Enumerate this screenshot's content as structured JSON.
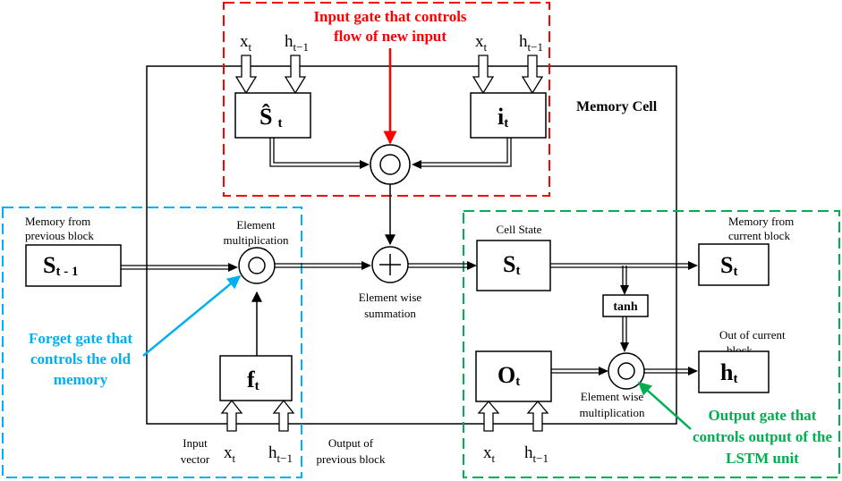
{
  "input_gate": {
    "label_line1": "Input gate that controls",
    "label_line2": "flow of new input",
    "color": "#ff0000"
  },
  "forget_gate": {
    "label_line1": "Forget gate that",
    "label_line2": "controls the old",
    "label_line3": "memory",
    "color": "#00b0f0"
  },
  "output_gate": {
    "label_line1": "Output gate that",
    "label_line2": "controls output of the",
    "label_line3": "LSTM unit",
    "color": "#00b050"
  },
  "memory_cell_title": "Memory  Cell",
  "inputs": {
    "x": "x",
    "x_sub": "t",
    "h": "h",
    "h_sub": "t−1"
  },
  "boxes": {
    "s_hat": {
      "main": "Ŝ",
      "sub": "t"
    },
    "i": {
      "main": "i",
      "sub": "t"
    },
    "f": {
      "main": "f",
      "sub": "t"
    },
    "s_prev": {
      "main": "S",
      "sub": "t - 1"
    },
    "s_cell": {
      "main": "S",
      "sub": "t"
    },
    "s_out": {
      "main": "S",
      "sub": "t"
    },
    "o": {
      "main": "O",
      "sub": "t"
    },
    "h_out": {
      "main": "h",
      "sub": "t"
    },
    "tanh": "tanh"
  },
  "labels": {
    "memory_prev_1": "Memory from",
    "memory_prev_2": "previous block",
    "element_mult_1": "Element",
    "element_mult_2": "multiplication",
    "element_sum_1": "Element wise",
    "element_sum_2": "summation",
    "cell_state": "Cell State",
    "memory_curr_1": "Memory from",
    "memory_curr_2": "current block",
    "out_curr_1": "Out of current",
    "out_curr_2": "block",
    "elem_wise_mult_1": "Element wise",
    "elem_wise_mult_2": "multiplication",
    "input_vector_1": "Input",
    "input_vector_2": "vector",
    "output_prev_1": "Output of",
    "output_prev_2": "previous block"
  }
}
